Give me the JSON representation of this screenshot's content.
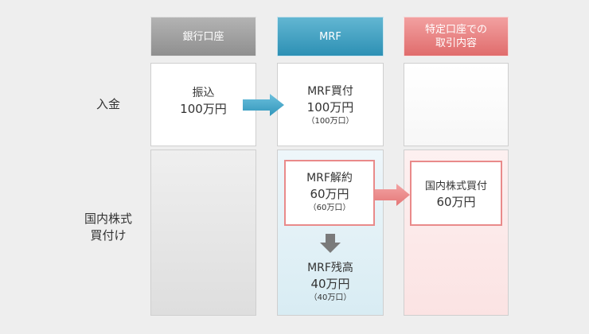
{
  "headers": {
    "bank": "銀行口座",
    "mrf": "MRF",
    "specific_line1": "特定口座での",
    "specific_line2": "取引内容"
  },
  "rows": {
    "deposit": "入金",
    "purchase_line1": "国内株式",
    "purchase_line2": "買付け"
  },
  "deposit_row": {
    "bank_line1": "振込",
    "bank_line2": "100万円",
    "mrf_line1": "MRF買付",
    "mrf_line2": "100万円",
    "mrf_line3": "（100万口）"
  },
  "purchase_row": {
    "cancel_line1": "MRF解約",
    "cancel_line2": "60万円",
    "cancel_line3": "（60万口）",
    "balance_line1": "MRF残高",
    "balance_line2": "40万円",
    "balance_line3": "（40万口）",
    "stock_line1": "国内株式買付",
    "stock_line2": "60万円"
  },
  "colors": {
    "bank_header": "#9e9e9e",
    "mrf_header": "#3fa0c2",
    "specific_header": "#e57b7b",
    "arrow_blue": "#4aa8cb",
    "arrow_red": "#e98a8a",
    "arrow_gray": "#7a7a7a"
  }
}
